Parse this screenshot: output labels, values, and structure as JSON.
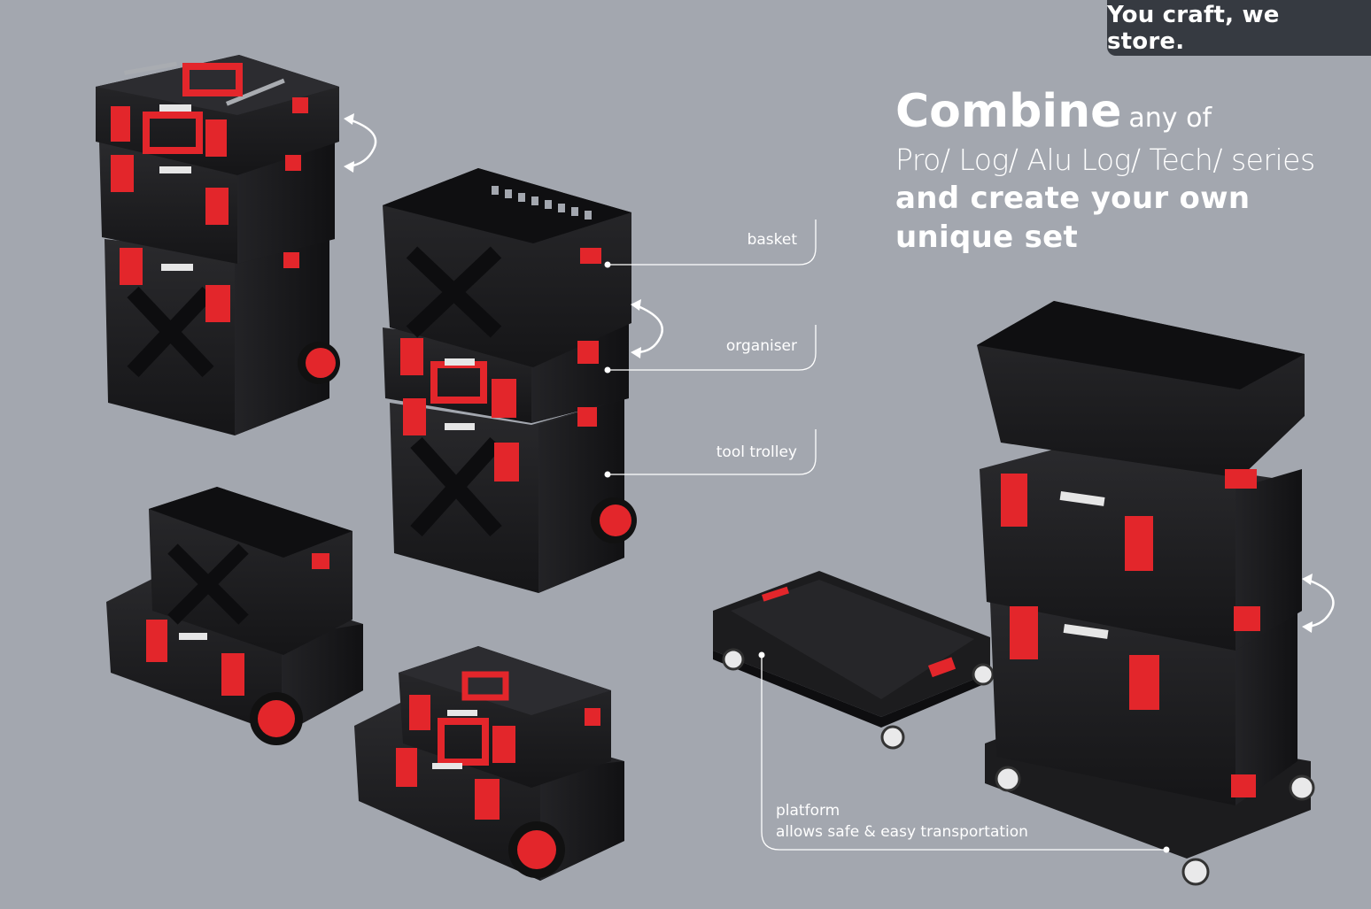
{
  "slogan": "You craft, we store.",
  "headline": {
    "word_combine": "Combine",
    "word_any_of": "any of",
    "series_line": "Pro/ Log/ Alu Log/ Tech/ series",
    "line3": "and create your own",
    "line4": "unique set"
  },
  "callouts": {
    "basket": "basket",
    "organiser": "organiser",
    "tool_trolley": "tool trolley",
    "platform_title": "platform",
    "platform_desc": "allows  safe & easy transportation"
  },
  "products": [
    {
      "name": "stack-toolbox-organiser-trolley",
      "description": "Three-tier stack: toolbox, organiser, tool trolley"
    },
    {
      "name": "stack-basket-organiser-trolley",
      "description": "Basket on organiser on tool trolley"
    },
    {
      "name": "stack-basket-on-wide-trolley",
      "description": "Basket on wide wheeled trolley"
    },
    {
      "name": "stack-toolbox-on-wide-trolley",
      "description": "Toolbox on wide wheeled trolley"
    },
    {
      "name": "platform-dolly",
      "description": "Wheeled platform"
    },
    {
      "name": "stack-crate-two-boxes-on-platform",
      "description": "Crate on two boxes on wheeled platform"
    }
  ],
  "colors": {
    "background": "#a3a7af",
    "slogan_tab": "#363a41",
    "product_black": "#1c1c1e",
    "product_red": "#e3262b",
    "text": "#ffffff"
  }
}
